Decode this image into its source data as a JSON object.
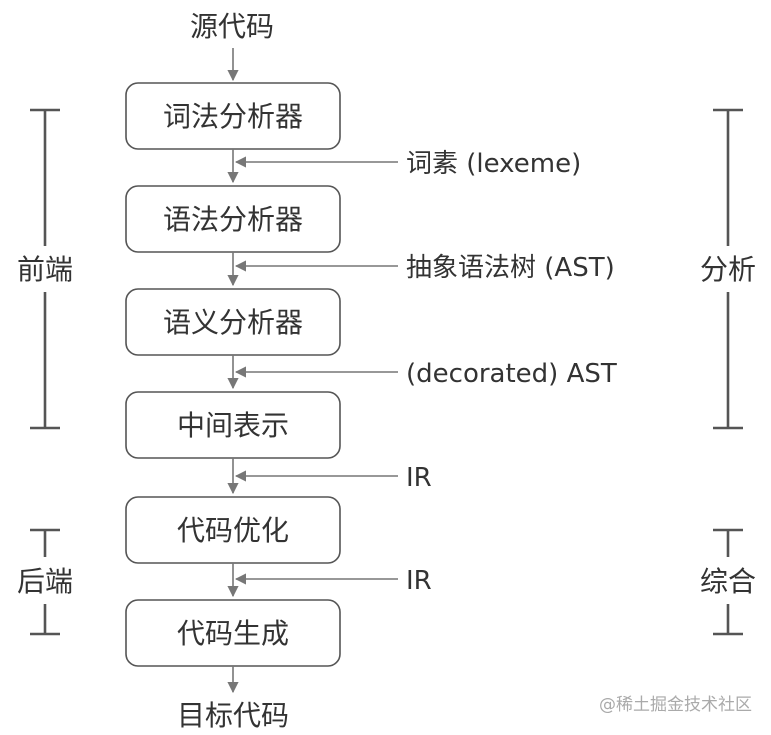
{
  "source_label": "源代码",
  "target_label": "目标代码",
  "stages": [
    {
      "label": "词法分析器"
    },
    {
      "label": "语法分析器"
    },
    {
      "label": "语义分析器"
    },
    {
      "label": "中间表示"
    },
    {
      "label": "代码优化"
    },
    {
      "label": "代码生成"
    }
  ],
  "artifacts": [
    {
      "label": "词素 (lexeme)"
    },
    {
      "label": "抽象语法树 (AST)"
    },
    {
      "label": "(decorated) AST"
    },
    {
      "label": "IR"
    },
    {
      "label": "IR"
    }
  ],
  "groups": {
    "left": [
      {
        "label": "前端"
      },
      {
        "label": "后端"
      }
    ],
    "right": [
      {
        "label": "分析"
      },
      {
        "label": "综合"
      }
    ]
  },
  "watermark": "@稀土掘金技术社区",
  "colors": {
    "box_stroke": "#555555",
    "line": "#777777",
    "text": "#333333",
    "watermark": "#aaaaaa"
  }
}
